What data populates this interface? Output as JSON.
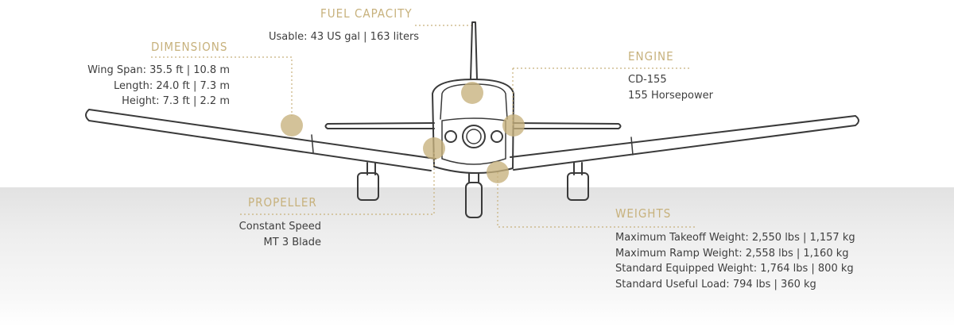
{
  "colors": {
    "accent": "#c7b17c",
    "text": "#3e3e3e",
    "line": "#3a3a3a"
  },
  "fuel": {
    "heading": "FUEL CAPACITY",
    "line": "Usable: 43 US gal | 163 liters"
  },
  "dimensions": {
    "heading": "DIMENSIONS",
    "lines": [
      "Wing Span: 35.5 ft | 10.8 m",
      "Length: 24.0 ft | 7.3 m",
      "Height: 7.3 ft | 2.2 m"
    ]
  },
  "engine": {
    "heading": "ENGINE",
    "lines": [
      "CD-155",
      "155 Horsepower"
    ]
  },
  "propeller": {
    "heading": "PROPELLER",
    "lines": [
      "Constant Speed",
      "MT 3 Blade"
    ]
  },
  "weights": {
    "heading": "WEIGHTS",
    "lines": [
      "Maximum Takeoff Weight: 2,550 lbs | 1,157 kg",
      "Maximum Ramp Weight: 2,558 lbs | 1,160 kg",
      "Standard Equipped Weight: 1,764 lbs | 800 kg",
      "Standard Useful Load: 794 lbs | 360 kg"
    ]
  }
}
